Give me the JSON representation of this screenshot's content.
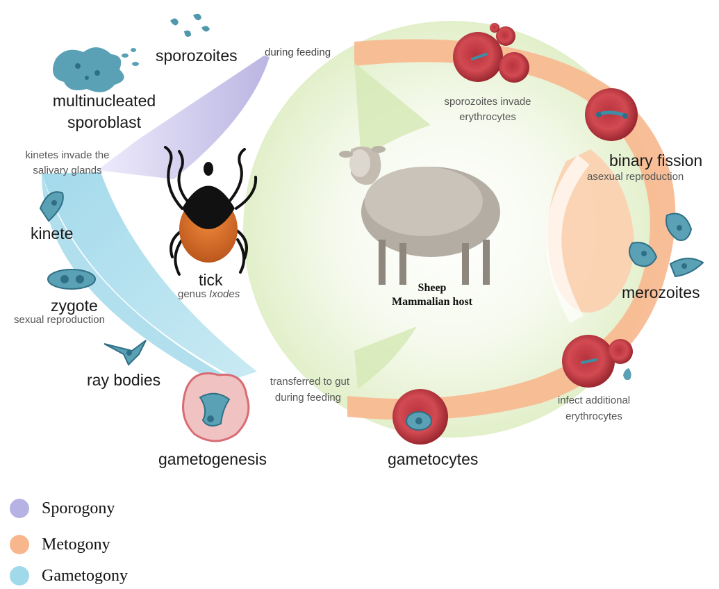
{
  "labels": {
    "sporozoites": "sporozoites",
    "during_feeding_top": "during feeding",
    "sporoblast_line1": "multinucleated",
    "sporoblast_line2": "sporoblast",
    "kinetes_invade_line1": "kinetes invade the",
    "kinetes_invade_line2": "salivary glands",
    "kinete": "kinete",
    "tick": "tick",
    "tick_genus_prefix": "genus ",
    "tick_genus_name": "Ixodes",
    "zygote": "zygote",
    "sexual_reproduction": "sexual reproduction",
    "ray_bodies": "ray bodies",
    "transferred_line1": "transferred to gut",
    "transferred_line2": "during feeding",
    "gametogenesis": "gametogenesis",
    "gametocytes": "gametocytes",
    "sporozoites_invade_line1": "sporozoites invade",
    "sporozoites_invade_line2": "erythrocytes",
    "binary_fission": "binary fission",
    "asexual_reproduction": "asexual reproduction",
    "merozoites": "merozoites",
    "infect_line1": "infect additional",
    "infect_line2": "erythrocytes",
    "host_line1": "Sheep",
    "host_line2": "Mammalian host"
  },
  "legend": [
    {
      "label": "Sporogony",
      "color": "#b7b2e4"
    },
    {
      "label": "Metogony",
      "color": "#f7b68c"
    },
    {
      "label": "Gametogony",
      "color": "#9fd9ea"
    }
  ],
  "colors": {
    "sporogony_band": "#b9b4e6",
    "metogony_band": "#f8bb92",
    "gametogony_band": "#a5dcec",
    "erythrocyte": "#d0414a",
    "parasite": "#3e8fa3",
    "green_glow": "#dcebc0"
  },
  "icons": [
    "tick-icon",
    "sheep-icon",
    "erythrocyte-icon",
    "parasite-icon"
  ]
}
